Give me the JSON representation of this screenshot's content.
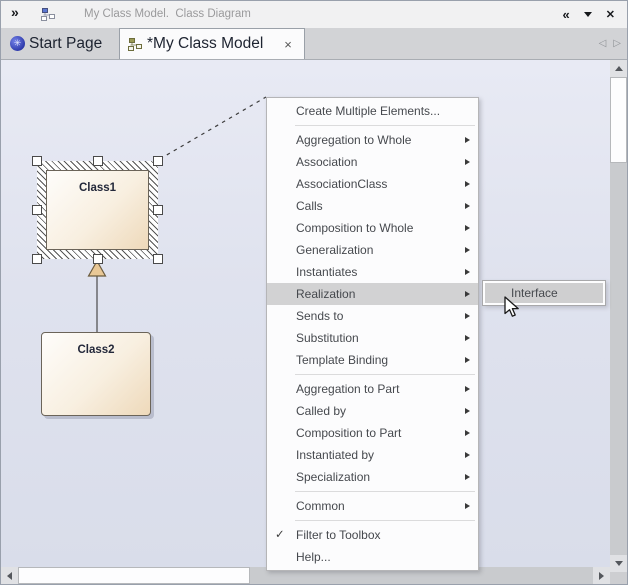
{
  "titlebar": {
    "collapse_icon": "»",
    "title": "My Class Model.  Class Diagram",
    "chevrons_left_icon": "«",
    "close_icon": "✕"
  },
  "tabbar": {
    "tabs": [
      {
        "label": "Start Page",
        "active": false
      },
      {
        "label": "*My Class Model",
        "active": true
      }
    ],
    "active_tab_close_icon": "×",
    "nav_prev_icon": "◁",
    "nav_next_icon": "▷"
  },
  "diagram": {
    "elements": [
      {
        "name": "Class1",
        "type": "class",
        "selected": true
      },
      {
        "name": "Class2",
        "type": "class",
        "selected": false
      }
    ],
    "connectors": [
      {
        "type": "generalization",
        "from": "Class2",
        "to": "Class1"
      },
      {
        "type": "quicklink-dashed",
        "from": "Class1",
        "to": "context-menu"
      }
    ]
  },
  "context_menu": {
    "check_icon": "✓",
    "items": [
      {
        "type": "item",
        "label": "Create Multiple Elements...",
        "submenu": false
      },
      {
        "type": "separator"
      },
      {
        "type": "item",
        "label": "Aggregation to Whole",
        "submenu": true
      },
      {
        "type": "item",
        "label": "Association",
        "submenu": true
      },
      {
        "type": "item",
        "label": "AssociationClass",
        "submenu": true
      },
      {
        "type": "item",
        "label": "Calls",
        "submenu": true
      },
      {
        "type": "item",
        "label": "Composition to Whole",
        "submenu": true
      },
      {
        "type": "item",
        "label": "Generalization",
        "submenu": true
      },
      {
        "type": "item",
        "label": "Instantiates",
        "submenu": true
      },
      {
        "type": "item",
        "label": "Realization",
        "submenu": true,
        "highlighted": true
      },
      {
        "type": "item",
        "label": "Sends to",
        "submenu": true
      },
      {
        "type": "item",
        "label": "Substitution",
        "submenu": true
      },
      {
        "type": "item",
        "label": "Template Binding",
        "submenu": true
      },
      {
        "type": "separator"
      },
      {
        "type": "item",
        "label": "Aggregation to Part",
        "submenu": true
      },
      {
        "type": "item",
        "label": "Called by",
        "submenu": true
      },
      {
        "type": "item",
        "label": "Composition to Part",
        "submenu": true
      },
      {
        "type": "item",
        "label": "Instantiated by",
        "submenu": true
      },
      {
        "type": "item",
        "label": "Specialization",
        "submenu": true
      },
      {
        "type": "separator"
      },
      {
        "type": "item",
        "label": "Common",
        "submenu": true
      },
      {
        "type": "separator"
      },
      {
        "type": "item",
        "label": "Filter to Toolbox",
        "checked": true
      },
      {
        "type": "item",
        "label": "Help..."
      }
    ]
  },
  "submenu": {
    "items": [
      {
        "type": "item",
        "label": "Interface",
        "highlighted": true
      }
    ]
  },
  "colors": {
    "canvas_top": "#e8eaf4",
    "canvas_bottom": "#d9ddea",
    "class_fill_light": "#fefdfb",
    "class_fill_dark": "#eed9ba",
    "menu_highlight": "#d2d2d3",
    "tab_active_bg": "#fbfbfc",
    "selection_handle": "#ffffff",
    "generalization_arrow_fill": "#e9c896"
  }
}
